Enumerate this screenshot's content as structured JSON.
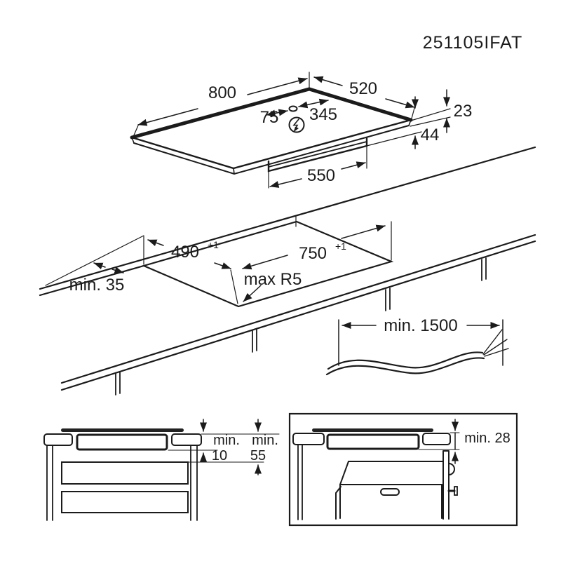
{
  "document": {
    "code": "251105IFAT"
  },
  "hob": {
    "width": "800",
    "depth": "520",
    "cable_offset_left": "75",
    "cable_offset_right": "345",
    "glass_height": "23",
    "total_height": "44",
    "box_width": "550",
    "power_symbol": "lightning-in-circle"
  },
  "cutout": {
    "depth_value": "490",
    "depth_tolerance": "+1",
    "width_value": "750",
    "width_tolerance": "+1",
    "edge_distance": "min. 35",
    "corner_radius": "max R5"
  },
  "cable": {
    "length": "min. 1500"
  },
  "cabinet_section": {
    "clearance_label_1": "min.",
    "clearance_value_1": "10",
    "clearance_label_2": "min.",
    "clearance_value_2": "55"
  },
  "oven_section": {
    "clearance": "min. 28"
  },
  "colors": {
    "line": "#1b1b1b",
    "background": "#ffffff"
  }
}
